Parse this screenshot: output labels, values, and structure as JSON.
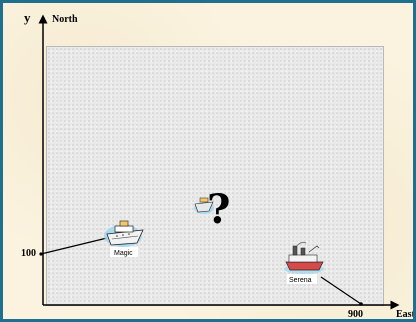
{
  "axes": {
    "y_letter": "y",
    "y_label": "North",
    "x_label": "East",
    "y_tick": "100",
    "x_tick": "900"
  },
  "ships": {
    "magic": {
      "label": "Magic"
    },
    "serena": {
      "label": "Serena"
    },
    "unknown": {
      "symbol": "?"
    }
  },
  "icons": [
    "cruise-ship-icon",
    "steamship-icon",
    "question-mark-icon"
  ]
}
